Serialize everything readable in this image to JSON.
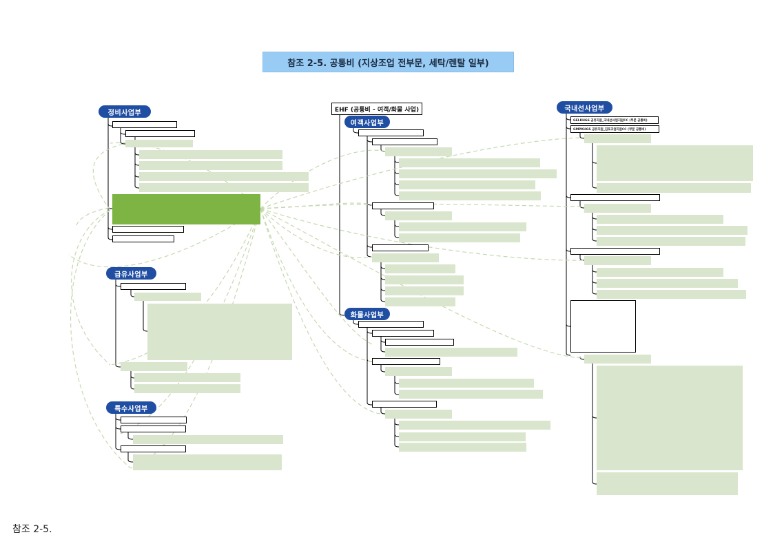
{
  "title": "참조 2-5. 공통비 (지상조업 전부문, 세탁/렌탈 일부)",
  "caption": "참조 2-5.",
  "divisions": {
    "maintenance": "정비사업부",
    "fueling": "급유사업부",
    "special": "특수사업부",
    "ehf": "EHF (공통비 - 여객/화물 사업)",
    "passenger": "여객사업부",
    "cargo": "화물사업부",
    "domestic": "국내선사업부"
  },
  "domestic_items": {
    "item1": "GELKHGS    공유지원_국내선사업지원CC (부문 공통비)",
    "item2": "GMPKHGS    공유지원_김포조업지원CC (부문 공통비)"
  },
  "colors": {
    "pill": "#1f4ea3",
    "title_bg": "#99ccf5",
    "green_light": "#d9e5cc",
    "green_dark": "#7db443",
    "connector": "#c5d8b0"
  }
}
